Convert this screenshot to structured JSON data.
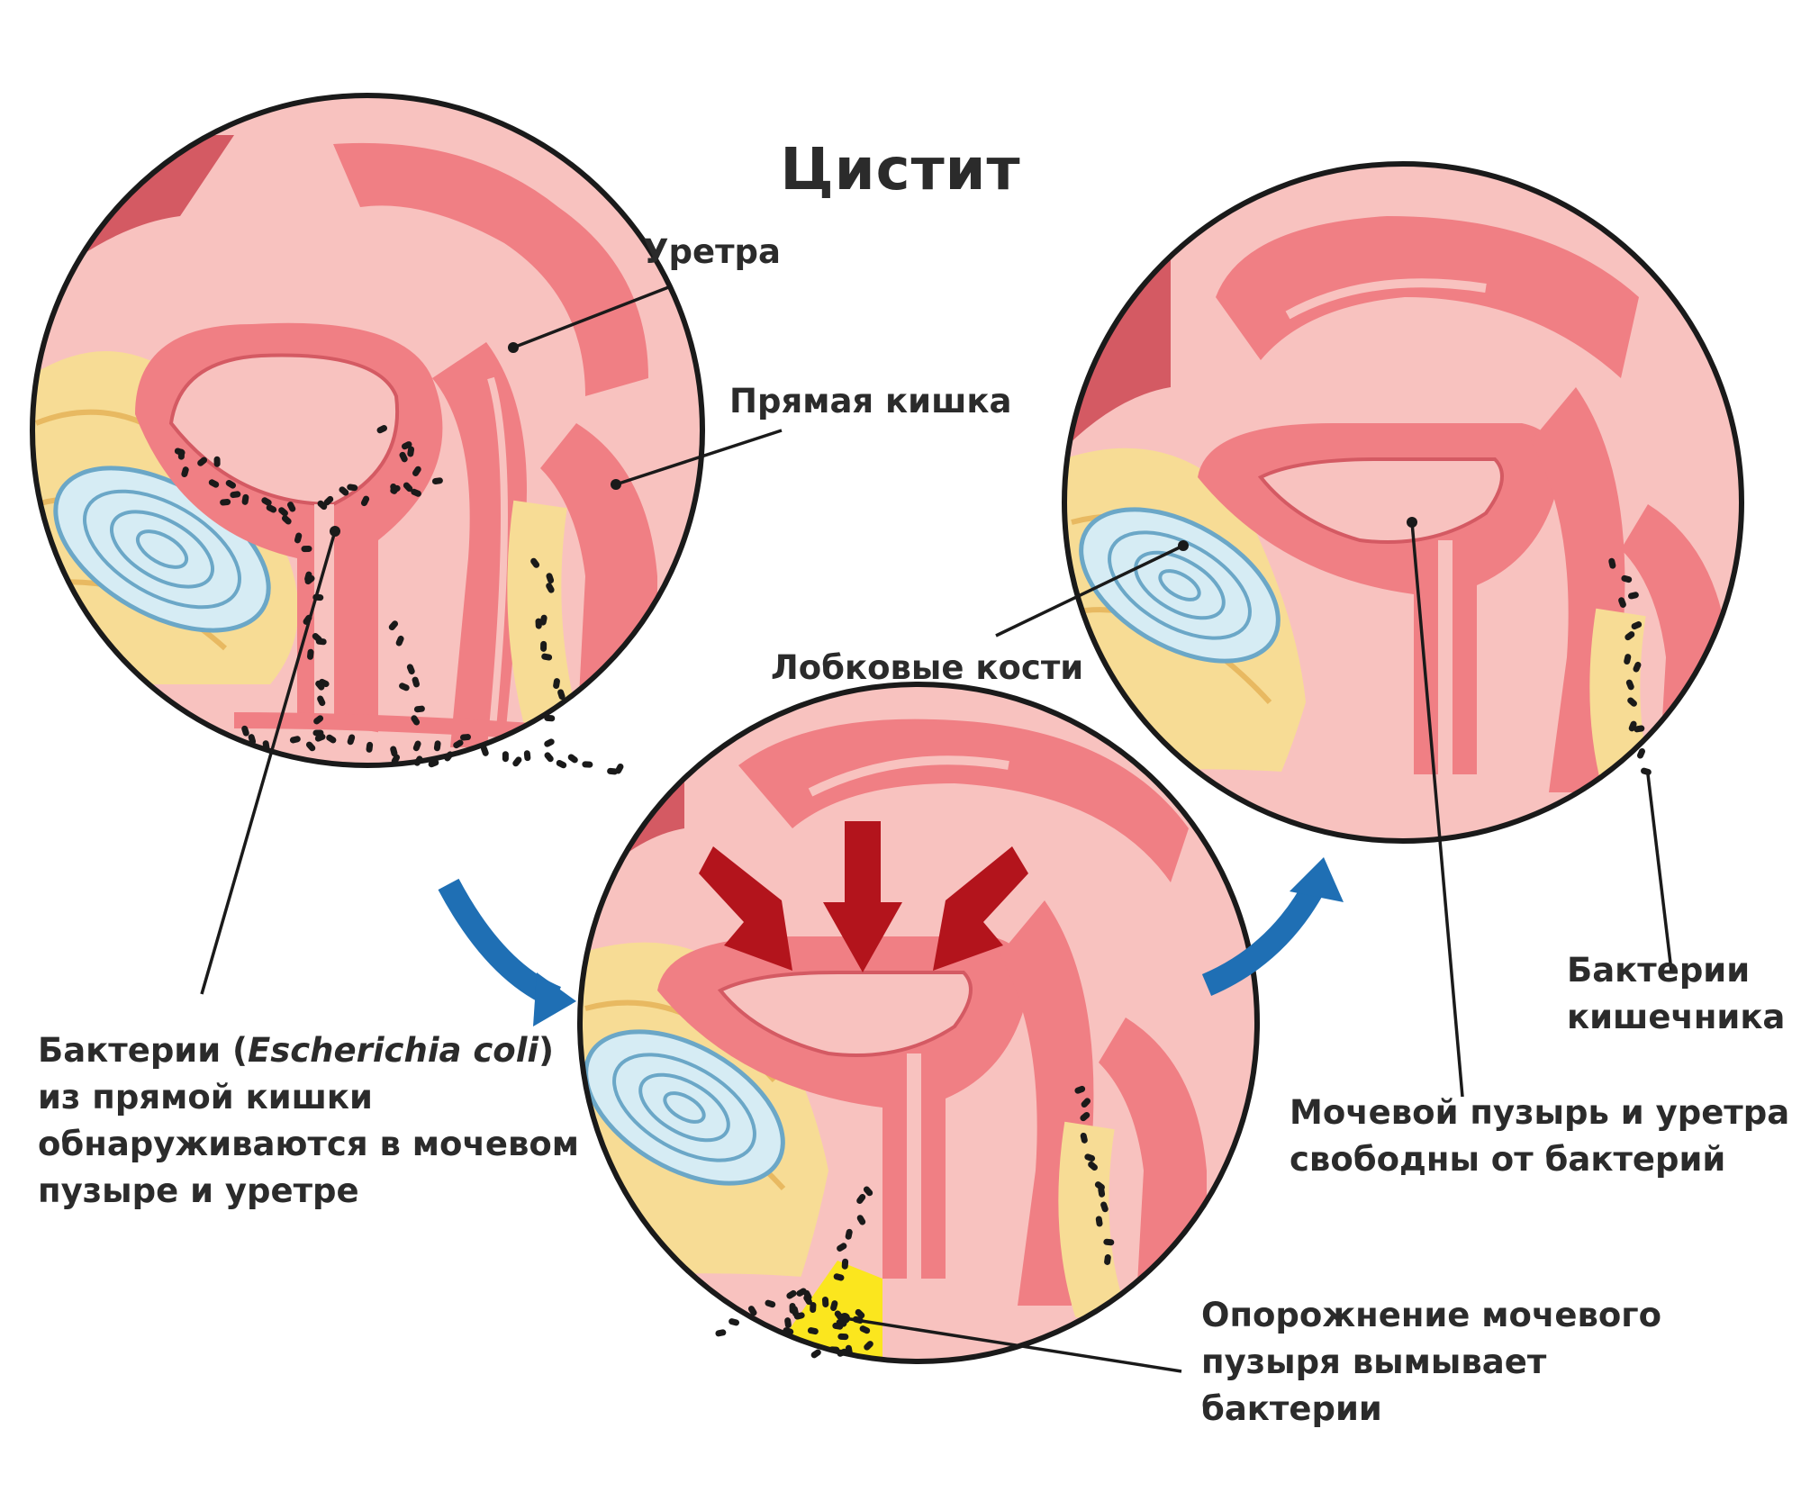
{
  "title": "Цистит",
  "labels": {
    "urethra": "Уретра",
    "rectum": "Прямая кишка",
    "pubic_bones": "Лобковые кости",
    "bacteria_pre": "Бактерии (",
    "bacteria_species": "Escherichia coli",
    "bacteria_post": ")",
    "bacteria_line2": "из прямой кишки",
    "bacteria_line3": "обнаруживаются в мочевом",
    "bacteria_line4": "пузыре и уретре",
    "flush_line1": "Опорожнение мочевого",
    "flush_line2": "пузыря вымывает",
    "flush_line3": "бактерии",
    "free_line1": "Мочевой пузырь и уретра",
    "free_line2": "свободны от бактерий",
    "intestinal_line1": "Бактерии",
    "intestinal_line2": "кишечника"
  },
  "colors": {
    "tissue": "#f07f84",
    "tissue_dark": "#d45a63",
    "tissue_light": "#f8c2bf",
    "fat": "#f7dc95",
    "fat_line": "#e8b961",
    "bone": "#d6ecf4",
    "bone_line": "#6ba7c7",
    "bacteria": "#1a1a1a",
    "pressure_arrow": "#b3141c",
    "flow_arrow": "#1f6fb4",
    "urine": "#fbe61e"
  }
}
